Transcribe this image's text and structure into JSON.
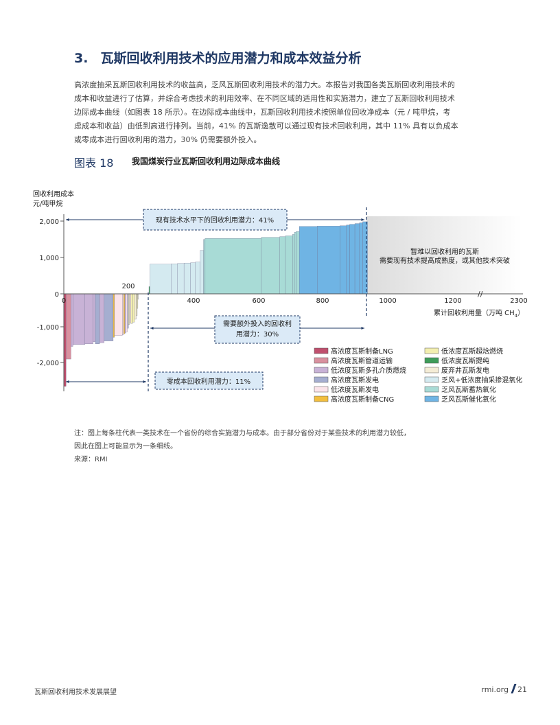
{
  "section": {
    "number": "3.",
    "title": "瓦斯回收利用技术的应用潜力和成本效益分析"
  },
  "paragraph": [
    "高浓度抽采瓦斯回收利用技术的收益高，乏风瓦斯回收利用技术的潜力大。本报告对我国各类瓦斯回收利用技术的",
    "成本和收益进行了估算，并综合考虑技术的利用效率、在不同区域的适用性和实施潜力，建立了瓦斯回收利用技术",
    "边际成本曲线（如图表 18 所示）。在边际成本曲线中，瓦斯回收利用技术按照单位回收净成本（元 / 吨甲烷，考",
    "虑成本和收益）由低到高进行排列。当前，41% 的瓦斯逸散可以通过现有技术回收利用，其中 11% 具有以负成本",
    "或零成本进行回收利用的潜力，30% 仍需要额外投入。"
  ],
  "figure": {
    "label": "图表 18",
    "title": "我国煤炭行业瓦斯回收利用边际成本曲线"
  },
  "chart_data": {
    "type": "bar",
    "ylabel_line1": "回收利用成本",
    "ylabel_line2": "元/吨甲烷",
    "xlabel": "累计回收利用量（万吨 CH",
    "xlabel_sub": "4",
    "xlabel_end": "）",
    "x_ticks": [
      "0",
      "200",
      "400",
      "600",
      "800",
      "1000",
      "1200",
      "2300"
    ],
    "y_ticks": [
      "2,000",
      "1,000",
      "0",
      "-1,000",
      "-2,000"
    ],
    "ylim": [
      -2600,
      2100
    ],
    "annotations": {
      "existing": "现有技术水平下的回收利用潜力：41%",
      "extra_line1": "需要额外投入的回收利",
      "extra_line2": "用潜力：30%",
      "zero": "零成本回收利用潜力：11%",
      "hard_line1": "暂难以回收利用的瓦斯",
      "hard_line2": "需要现有技术提高成熟度，或其他技术突破"
    },
    "legend": [
      {
        "name": "高浓度瓦斯制备LNG",
        "color": "#c0506e"
      },
      {
        "name": "低浓度瓦斯超焓燃烧",
        "color": "#f3efb0"
      },
      {
        "name": "高浓度瓦斯管道运输",
        "color": "#d9919f"
      },
      {
        "name": "低浓度瓦斯提纯",
        "color": "#3f9c5a"
      },
      {
        "name": "低浓度瓦斯多孔介质燃烧",
        "color": "#c8b2d6"
      },
      {
        "name": "废弃井瓦斯发电",
        "color": "#f4ecd6"
      },
      {
        "name": "高浓度瓦斯发电",
        "color": "#a5aed0"
      },
      {
        "name": "乏风+低浓度抽采掺混氧化",
        "color": "#d4eaf0"
      },
      {
        "name": "低浓度瓦斯发电",
        "color": "#fbe4ea"
      },
      {
        "name": "乏风瓦斯蓄热氧化",
        "color": "#a8dbd6"
      },
      {
        "name": "高浓度瓦斯制备CNG",
        "color": "#f2be3e"
      },
      {
        "name": "乏风瓦斯催化氧化",
        "color": "#6fb4e4"
      }
    ],
    "segments": [
      {
        "x0": 0,
        "x1": 7,
        "y": -2550,
        "color": "#c0506e"
      },
      {
        "x0": 7,
        "x1": 22,
        "y": -1800,
        "color": "#d9919f"
      },
      {
        "x0": 22,
        "x1": 28,
        "y": -1450,
        "color": "#c8b2d6"
      },
      {
        "x0": 28,
        "x1": 65,
        "y": -1400,
        "color": "#c8b2d6"
      },
      {
        "x0": 65,
        "x1": 90,
        "y": -1380,
        "color": "#c8b2d6"
      },
      {
        "x0": 90,
        "x1": 97,
        "y": -1320,
        "color": "#c8b2d6"
      },
      {
        "x0": 97,
        "x1": 110,
        "y": -1380,
        "color": "#a5aed0"
      },
      {
        "x0": 110,
        "x1": 124,
        "y": -1350,
        "color": "#c8b2d6"
      },
      {
        "x0": 124,
        "x1": 152,
        "y": -1300,
        "color": "#a5aed0"
      },
      {
        "x0": 152,
        "x1": 156,
        "y": -1200,
        "color": "#f2be3e"
      },
      {
        "x0": 156,
        "x1": 180,
        "y": -1150,
        "color": "#fbe4ea"
      },
      {
        "x0": 180,
        "x1": 184,
        "y": -1130,
        "color": "#fbe4ea"
      },
      {
        "x0": 184,
        "x1": 188,
        "y": -1100,
        "color": "#f2be3e"
      },
      {
        "x0": 188,
        "x1": 191,
        "y": -1080,
        "color": "#c8b2d6"
      },
      {
        "x0": 191,
        "x1": 196,
        "y": -1050,
        "color": "#fbe4ea"
      },
      {
        "x0": 196,
        "x1": 199,
        "y": -950,
        "color": "#a5aed0"
      },
      {
        "x0": 199,
        "x1": 202,
        "y": -850,
        "color": "#f3efb0"
      },
      {
        "x0": 202,
        "x1": 206,
        "y": -800,
        "color": "#fbe4ea"
      },
      {
        "x0": 206,
        "x1": 212,
        "y": -820,
        "color": "#f3efb0"
      },
      {
        "x0": 212,
        "x1": 218,
        "y": -780,
        "color": "#f3efb0"
      },
      {
        "x0": 218,
        "x1": 223,
        "y": -700,
        "color": "#f4ecd6"
      },
      {
        "x0": 223,
        "x1": 226,
        "y": -600,
        "color": "#f3efb0"
      },
      {
        "x0": 226,
        "x1": 228,
        "y": -400,
        "color": "#f3efb0"
      },
      {
        "x0": 228,
        "x1": 230,
        "y": -150,
        "color": "#f4ecd6"
      },
      {
        "x0": 262,
        "x1": 265,
        "y": 200,
        "color": "#3f9c5a"
      },
      {
        "x0": 265,
        "x1": 330,
        "y": 820,
        "color": "#d4eaf0"
      },
      {
        "x0": 330,
        "x1": 350,
        "y": 830,
        "color": "#d4eaf0"
      },
      {
        "x0": 350,
        "x1": 370,
        "y": 840,
        "color": "#d4eaf0"
      },
      {
        "x0": 370,
        "x1": 390,
        "y": 850,
        "color": "#d4eaf0"
      },
      {
        "x0": 390,
        "x1": 405,
        "y": 860,
        "color": "#d4eaf0"
      },
      {
        "x0": 405,
        "x1": 420,
        "y": 880,
        "color": "#d4eaf0"
      },
      {
        "x0": 420,
        "x1": 430,
        "y": 1200,
        "color": "#d4eaf0"
      },
      {
        "x0": 430,
        "x1": 435,
        "y": 1500,
        "color": "#a8dbd6"
      },
      {
        "x0": 435,
        "x1": 608,
        "y": 1530,
        "color": "#a8dbd6"
      },
      {
        "x0": 608,
        "x1": 665,
        "y": 1560,
        "color": "#a8dbd6"
      },
      {
        "x0": 665,
        "x1": 682,
        "y": 1580,
        "color": "#a8dbd6"
      },
      {
        "x0": 682,
        "x1": 704,
        "y": 1600,
        "color": "#a8dbd6"
      },
      {
        "x0": 704,
        "x1": 710,
        "y": 1640,
        "color": "#a8dbd6"
      },
      {
        "x0": 710,
        "x1": 715,
        "y": 1700,
        "color": "#a8dbd6"
      },
      {
        "x0": 715,
        "x1": 725,
        "y": 1720,
        "color": "#a8dbd6"
      },
      {
        "x0": 725,
        "x1": 780,
        "y": 1860,
        "color": "#6fb4e4"
      },
      {
        "x0": 780,
        "x1": 850,
        "y": 1870,
        "color": "#6fb4e4"
      },
      {
        "x0": 850,
        "x1": 870,
        "y": 1880,
        "color": "#6fb4e4"
      },
      {
        "x0": 870,
        "x1": 880,
        "y": 1900,
        "color": "#6fb4e4"
      },
      {
        "x0": 880,
        "x1": 896,
        "y": 1920,
        "color": "#6fb4e4"
      },
      {
        "x0": 896,
        "x1": 910,
        "y": 1940,
        "color": "#6fb4e4"
      },
      {
        "x0": 910,
        "x1": 920,
        "y": 1960,
        "color": "#6fb4e4"
      },
      {
        "x0": 920,
        "x1": 935,
        "y": 1990,
        "color": "#6fb4e4"
      }
    ]
  },
  "notes": {
    "line1": "注：图上每条柱代表一类技术在一个省份的综合实施潜力与成本。由于部分省份对于某些技术的利用潜力较低，",
    "line2": "因此在图上可能显示为一条细线。",
    "source": "来源：RMI"
  },
  "footer": {
    "left": "瓦斯回收利用技术发展展望",
    "site": "rmi.org",
    "page": "21"
  }
}
